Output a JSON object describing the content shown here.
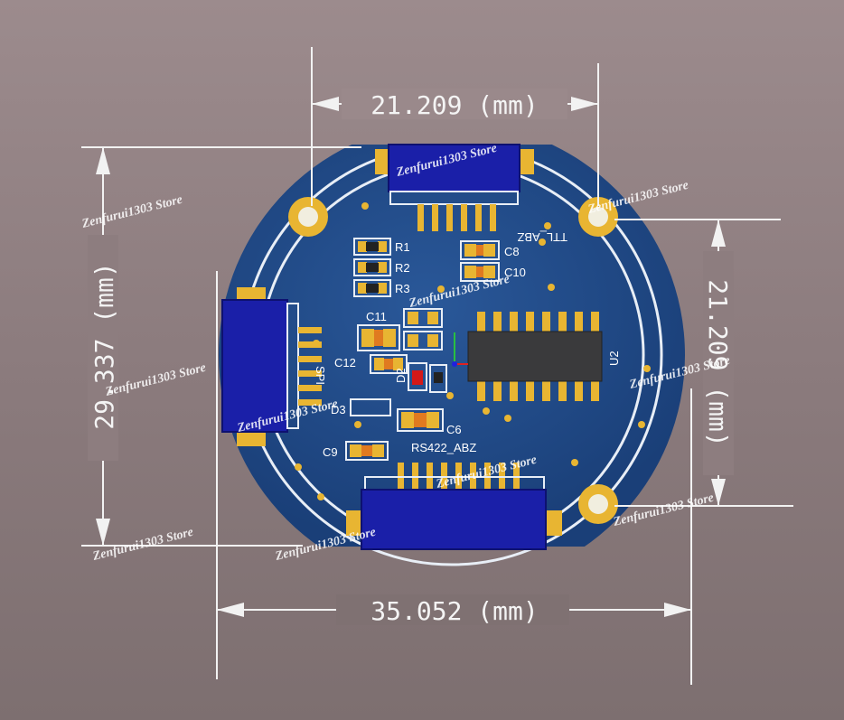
{
  "dimensions": {
    "top_width": "21.209 (mm)",
    "left_height": "29.337 (mm)",
    "right_height": "21.209 (mm)",
    "bottom_width": "35.052 (mm)"
  },
  "silkscreen": {
    "r1": "R1",
    "r2": "R2",
    "r3": "R3",
    "c8": "C8",
    "c10": "C10",
    "c11": "C11",
    "c12": "C12",
    "c9": "C9",
    "c6": "C6",
    "d2": "D2",
    "d3": "D3",
    "u2": "U2",
    "spi": "SPI",
    "ttl_abz": "TTL_ABZ",
    "rs422_abz": "RS422_ABZ"
  },
  "watermark": "Zenfurui1303 Store",
  "colors": {
    "background": "#8f7f80",
    "pcb": "#1e4a86",
    "pad": "#e8b532",
    "connector": "#1a1fa8",
    "dim_line": "#f2f2f2"
  }
}
